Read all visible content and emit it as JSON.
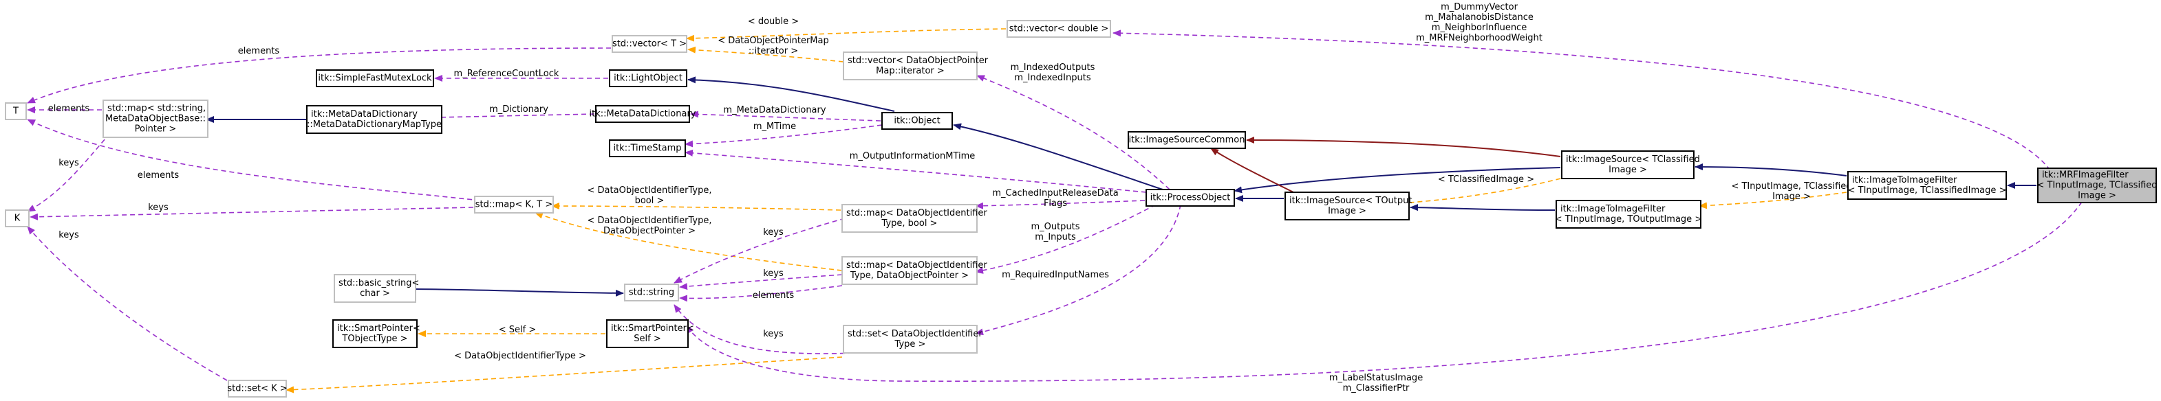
{
  "nodes": {
    "mrf_image_filter": [
      "itk::MRFImageFilter",
      "< TInputImage, TClassified",
      "Image >"
    ],
    "image_to_image_filter_classified": [
      "itk::ImageToImageFilter",
      "< TInputImage, TClassifiedImage >"
    ],
    "image_source_classified": [
      "itk::ImageSource< TClassified",
      "Image >"
    ],
    "image_to_image_filter_output": [
      "itk::ImageToImageFilter",
      "< TInputImage, TOutputImage >"
    ],
    "image_source_common": [
      "itk::ImageSourceCommon"
    ],
    "image_source_output": [
      "itk::ImageSource< TOutput",
      "Image >"
    ],
    "process_object": [
      "itk::ProcessObject"
    ],
    "object": [
      "itk::Object"
    ],
    "light_object": [
      "itk::LightObject"
    ],
    "simple_fast_mutex_lock": [
      "itk::SimpleFastMutexLock"
    ],
    "meta_data_dictionary": [
      "itk::MetaDataDictionary"
    ],
    "meta_data_dictionary_map_type": [
      "itk::MetaDataDictionary",
      "::MetaDataDictionaryMapType"
    ],
    "time_stamp": [
      "itk::TimeStamp"
    ],
    "std_map_string_pointer": [
      "std::map< std::string,",
      "MetaDataObjectBase::",
      "Pointer >"
    ],
    "t": [
      "T"
    ],
    "k": [
      "K"
    ],
    "std_vector_t": [
      "std::vector< T >"
    ],
    "std_vector_double": [
      "std::vector< double >"
    ],
    "std_vector_map_iterator": [
      "std::vector< DataObjectPointer",
      "Map::iterator >"
    ],
    "std_map_k_t": [
      "std::map< K, T >"
    ],
    "std_map_identifier_bool": [
      "std::map< DataObjectIdentifier",
      "Type, bool >"
    ],
    "std_map_identifier_pointer": [
      "std::map< DataObjectIdentifier",
      "Type, DataObjectPointer >"
    ],
    "std_basic_string": [
      "std::basic_string<",
      "char >"
    ],
    "std_string": [
      "std::string"
    ],
    "smart_pointer_tobject": [
      "itk::SmartPointer<",
      "TObjectType >"
    ],
    "smart_pointer_self": [
      "itk::SmartPointer<",
      "Self >"
    ],
    "std_set_k": [
      "std::set< K >"
    ],
    "std_set_identifier": [
      "std::set< DataObjectIdentifier",
      "Type >"
    ]
  },
  "edge_labels": {
    "m_dummy_vector": [
      "m_DummyVector",
      "m_MahalanobisDistance",
      "m_NeighborInfluence",
      "m_MRFNeighborhoodWeight"
    ],
    "double": [
      "< double >"
    ],
    "iterator_arg": [
      "< DataObjectPointerMap",
      "::iterator >"
    ],
    "elements_vector": [
      "elements"
    ],
    "ref_count_lock": [
      "m_ReferenceCountLock"
    ],
    "indexed_outputs": [
      "m_IndexedOutputs",
      "m_IndexedInputs"
    ],
    "elements_map": [
      "elements"
    ],
    "dictionary": [
      "m_Dictionary"
    ],
    "meta_data_dictionary_member": [
      "m_MetaDataDictionary"
    ],
    "keys_t": [
      "keys"
    ],
    "m_time": [
      "m_MTime"
    ],
    "output_information_mtime": [
      "m_OutputInformationMTime"
    ],
    "elements_k": [
      "elements"
    ],
    "tclassified_image": [
      "< TClassifiedImage >"
    ],
    "tinput_tclassified": [
      "< TInputImage, TClassified",
      "Image >"
    ],
    "identifier_bool": [
      "< DataObjectIdentifierType,",
      "bool >"
    ],
    "keys_k": [
      "keys"
    ],
    "cached_input_release": [
      "m_CachedInputReleaseData",
      "Flags"
    ],
    "identifier_pointer": [
      "< DataObjectIdentifierType,",
      "DataObjectPointer >"
    ],
    "keys_bool": [
      "keys"
    ],
    "outputs_inputs": [
      "m_Outputs",
      "m_Inputs"
    ],
    "keys_set": [
      "keys"
    ],
    "keys_pointer": [
      "keys"
    ],
    "elements_string": [
      "elements"
    ],
    "required_input_names": [
      "m_RequiredInputNames"
    ],
    "self_arg": [
      "< Self >"
    ],
    "keys_string": [
      "keys"
    ],
    "identifier_type_arg": [
      "< DataObjectIdentifierType >"
    ],
    "label_status_image": [
      "m_LabelStatusImage",
      "m_ClassifierPtr"
    ]
  },
  "colors": {
    "inheritance": "#191970",
    "usage": "#9a32cd",
    "template": "#ffa500",
    "private_inheritance": "#8b1a1a",
    "focus_fill": "#bfbfbf",
    "black_border": "#000000",
    "grey_border": "#bfbfbf"
  }
}
